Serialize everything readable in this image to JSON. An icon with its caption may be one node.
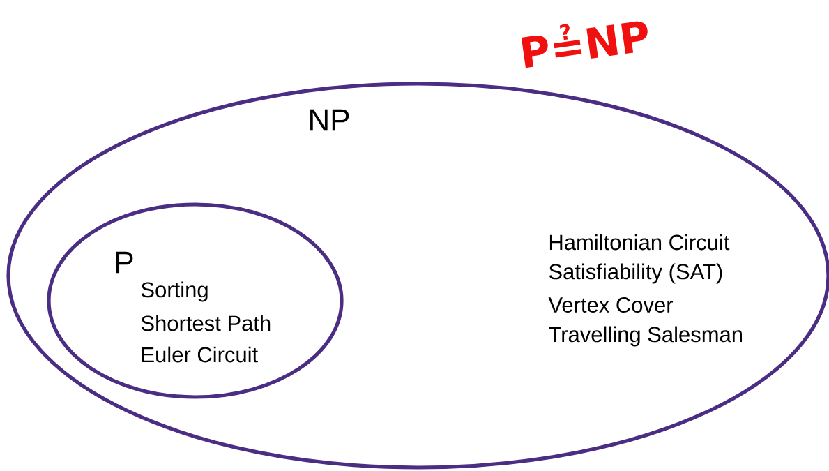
{
  "diagram": {
    "nodes": [
      {
        "text": [
          "NP",
          "Hamiltonian Circuit",
          "Satisfiability (SAT)",
          "Vertex Cover",
          "Travelling Salesman"
        ]
      },
      {
        "text": [
          "P",
          "Sorting",
          "Shortest Path",
          "Euler Circuit"
        ],
        "in": 0
      }
    ],
    "edges": [],
    "labels": [
      "P≟NP"
    ]
  }
}
